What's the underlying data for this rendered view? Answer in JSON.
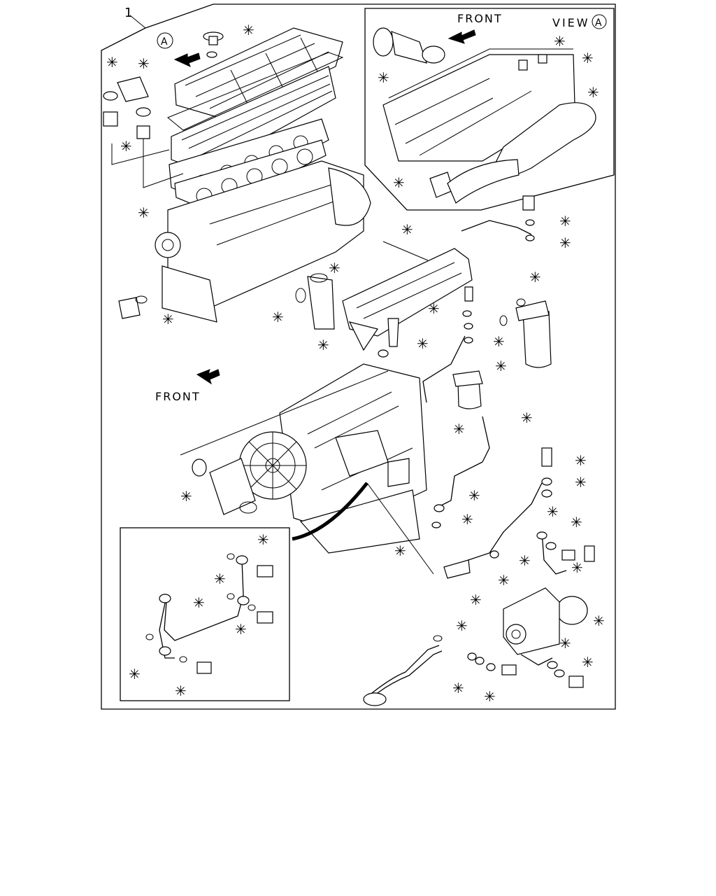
{
  "diagram": {
    "item_number": "1",
    "view_callout": "A",
    "front_label_top": "FRONT",
    "front_label_main": "FRONT",
    "view_label": "VIEW",
    "view_letter": "A",
    "marker_symbol": "✳"
  }
}
